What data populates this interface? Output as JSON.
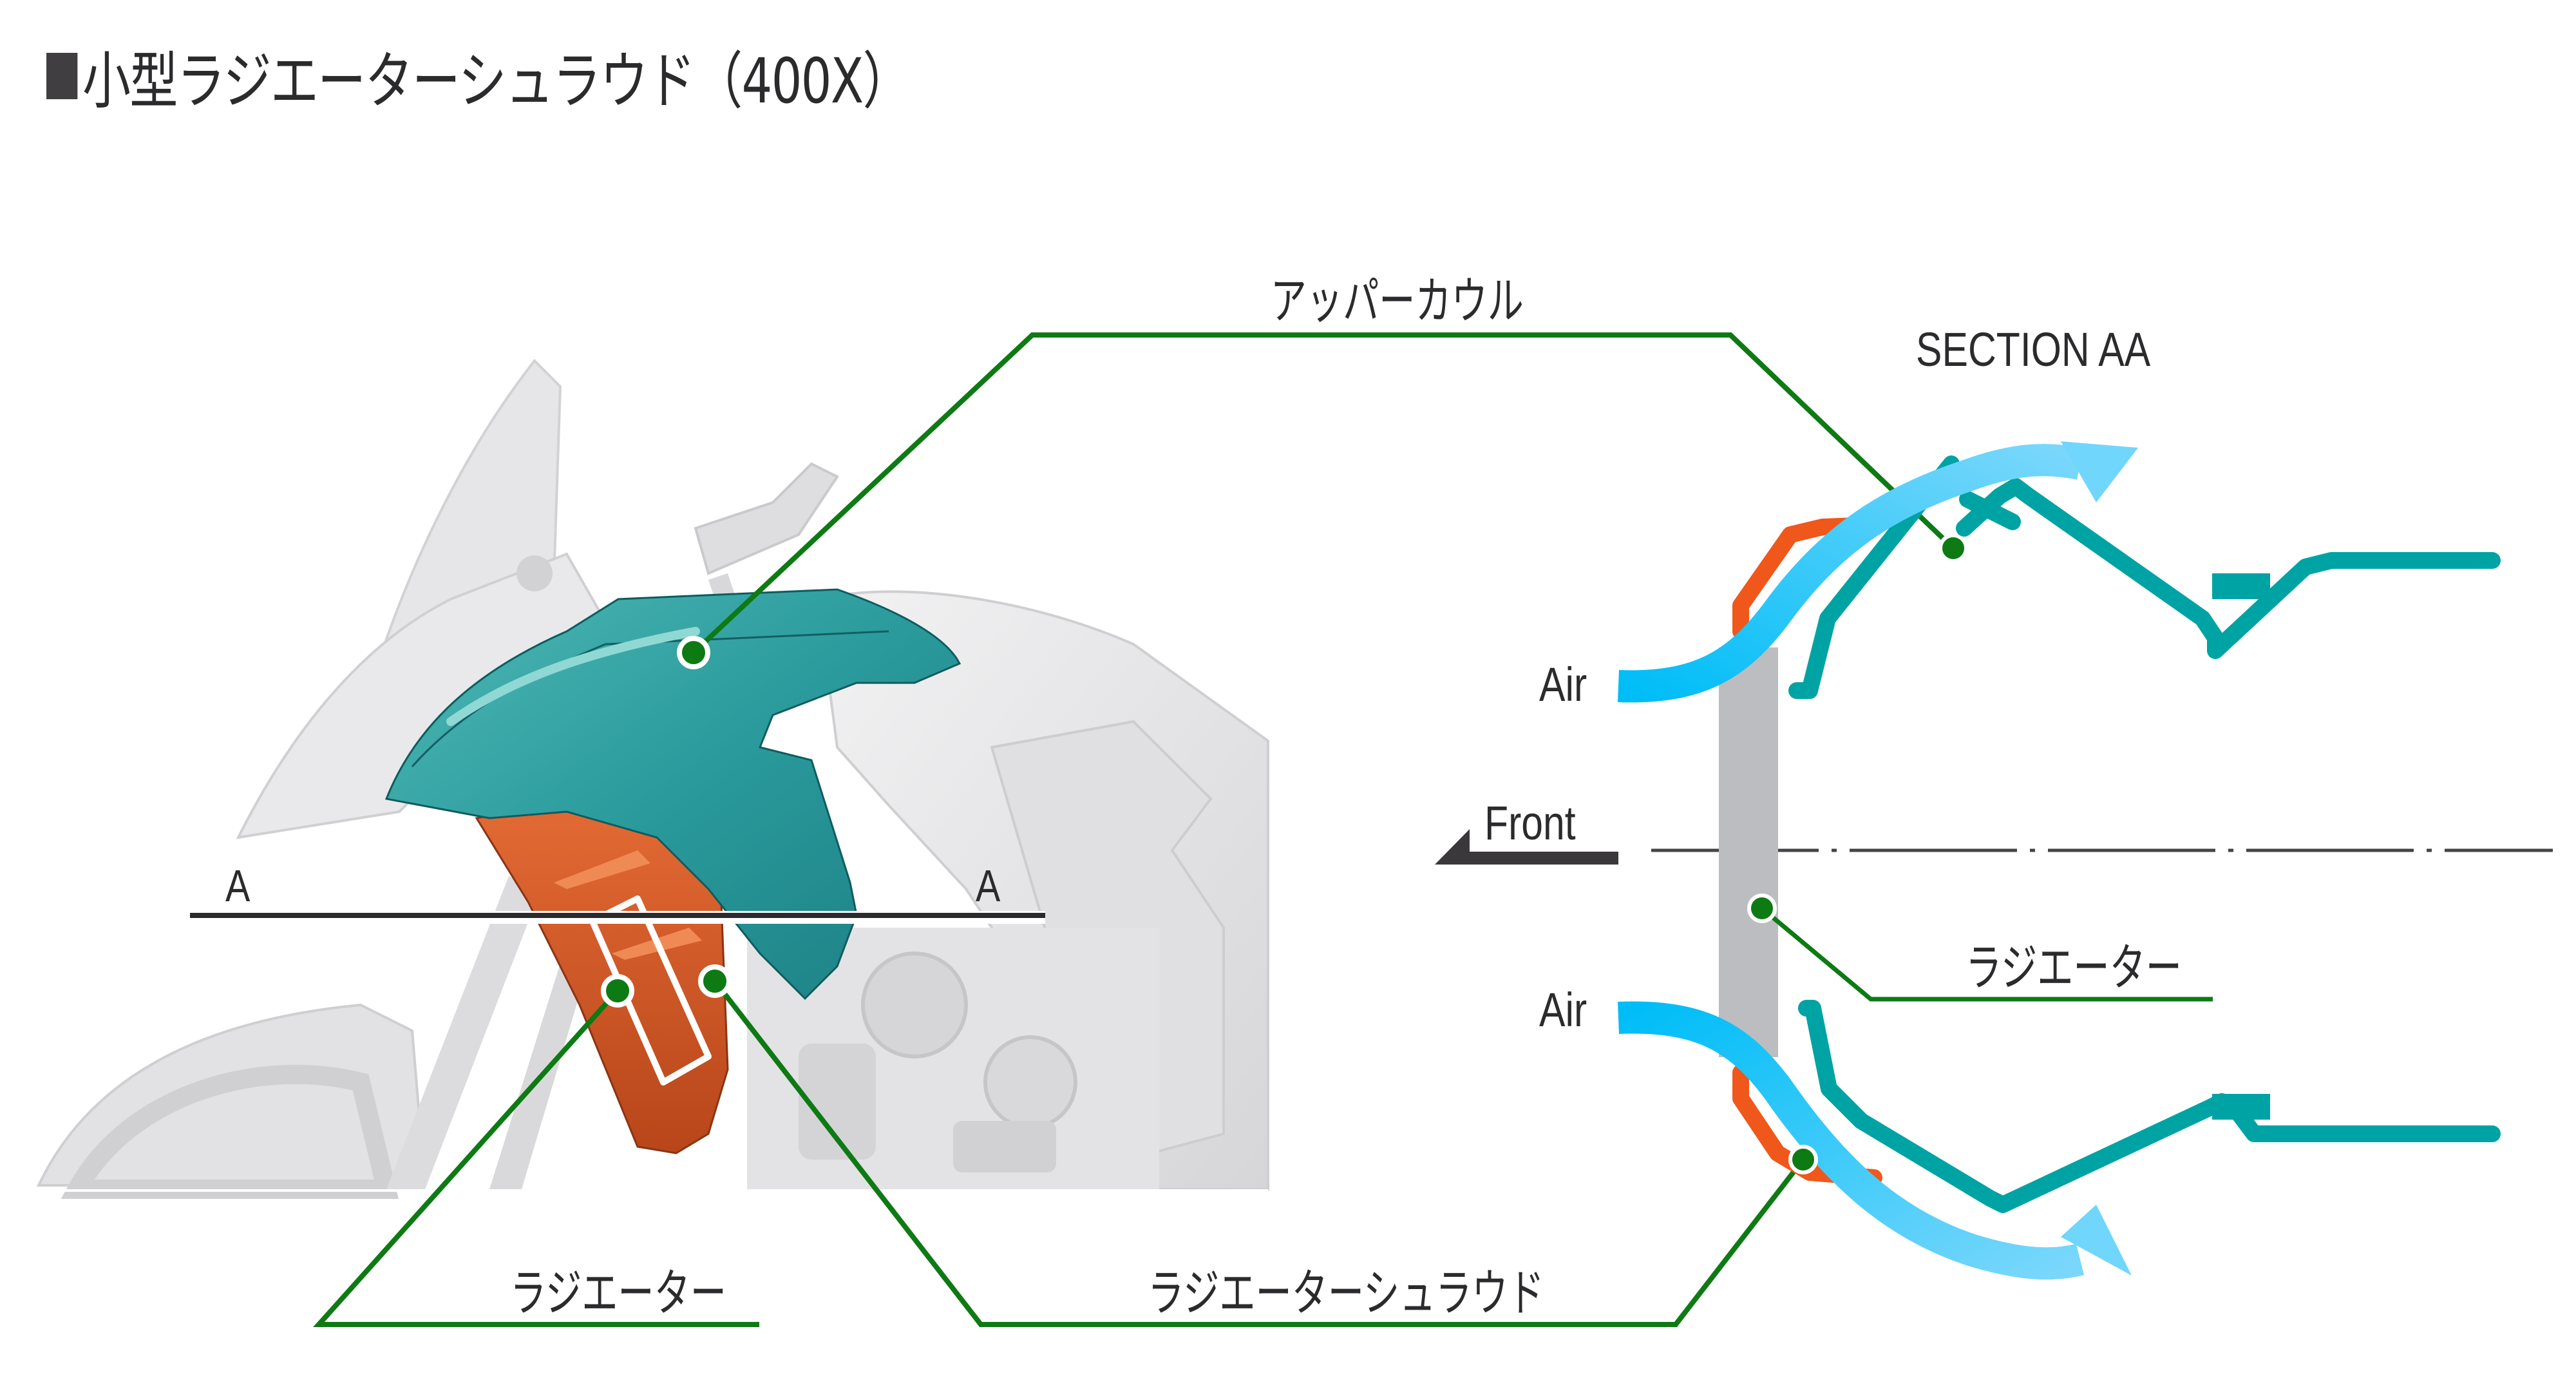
{
  "title": {
    "marker_icon": "filled-square-icon",
    "text": "小型ラジエーターシュラウド（400X）"
  },
  "labels": {
    "upper_cowl": "アッパーカウル",
    "radiator_left": "ラジエーター",
    "radiator_shroud": "ラジエーターシュラウド",
    "section": "SECTION AA",
    "radiator_right": "ラジエーター",
    "air_top": "Air",
    "air_bottom": "Air",
    "front": "Front",
    "section_mark_left": "A",
    "section_mark_right": "A"
  },
  "colors": {
    "leader_green": "#0e7a14",
    "cowl_teal": "#2a9a9c",
    "cowl_section_teal": "#00a3a3",
    "shroud_orange": "#f0571a",
    "shroud_3d_orange": "#c9501f",
    "air_blue": "#0bbdf5",
    "air_blue_light": "#6fd5fb",
    "radiator_gray": "#bbbdc0",
    "bike_gray": "#e4e4e6",
    "text_dark": "#2b2a2c"
  }
}
